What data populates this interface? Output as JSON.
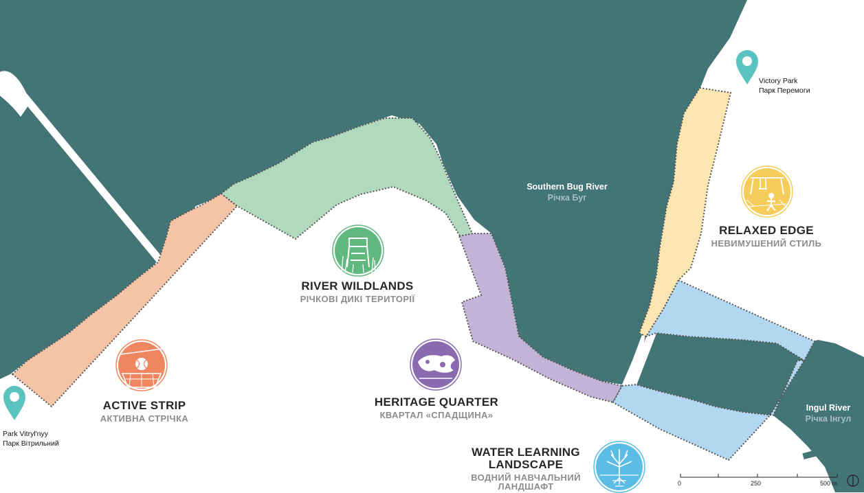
{
  "zones": [
    {
      "id": "active",
      "name_en": "ACTIVE STRIP",
      "name_ua": "АКТИВНА СТРІЧКА",
      "fill": "#f5c4a6",
      "icon": "tennis-ball-sports-court-icon",
      "icon_color": "#f08660"
    },
    {
      "id": "wild",
      "name_en": "RIVER WILDLANDS",
      "name_ua": "РІЧКОВІ ДИКІ ТЕРИТОРІЇ",
      "fill": "#b1d9bd",
      "icon": "watchtower-reeds-icon",
      "icon_color": "#5fb87e"
    },
    {
      "id": "heritage",
      "name_en": "HERITAGE QUARTER",
      "name_ua": "КВАРТАЛ «СПАДЩИНА»",
      "fill": "#c2b4d6",
      "icon": "heritage-ship-icon",
      "icon_color": "#8a6bb0"
    },
    {
      "id": "water",
      "name_en_line1": "WATER LEARNING",
      "name_en_line2": "LANDSCAPE",
      "name_ua_line1": "ВОДНИЙ НАВЧАЛЬНИЙ",
      "name_ua_line2": "ЛАНДШАФТ",
      "fill": "#b2d7f1",
      "icon": "tree-roots-water-icon",
      "icon_color": "#5bbde6"
    },
    {
      "id": "relaxed",
      "name_en": "RELAXED EDGE",
      "name_ua": "НЕВИМУШЕНИЙ СТИЛЬ",
      "fill": "#fbe5b0",
      "icon": "swing-playground-icon",
      "icon_color": "#f6cd5a"
    }
  ],
  "rivers": {
    "southern_bug": {
      "en": "Southern Bug River",
      "ua": "Річка Буг"
    },
    "ingul": {
      "en": "Ingul River",
      "ua": "Річка Інгул"
    }
  },
  "parks": {
    "victory": {
      "en": "Victory Park",
      "ua": "Парк Перемоги",
      "icon": "location-pin-icon"
    },
    "vitryl": {
      "en": "Park Vitryl'nyy",
      "ua": "Парк Вітрильний",
      "icon": "location-pin-icon"
    }
  },
  "scale": {
    "ticks": [
      "0",
      "250",
      "500 m"
    ]
  },
  "colors": {
    "water": "#437476",
    "pin": "#5bc3bf",
    "boundary": "#555555"
  }
}
